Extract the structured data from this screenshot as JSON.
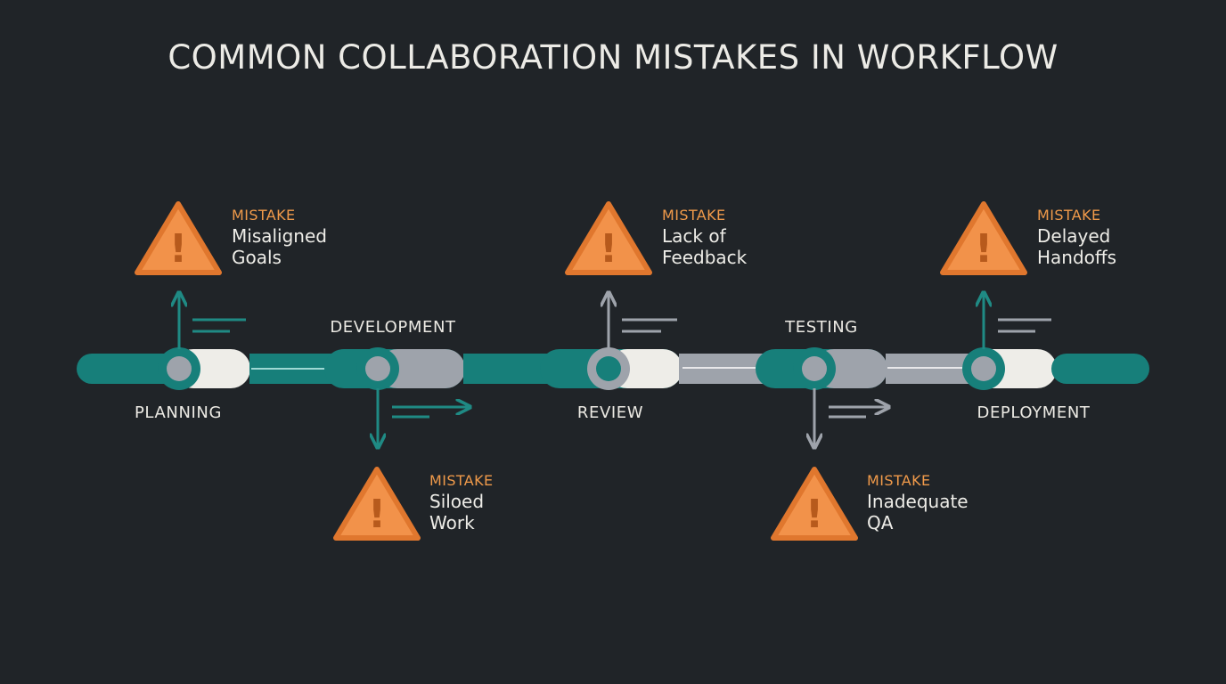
{
  "title": "COMMON COLLABORATION MISTAKES IN WORKFLOW",
  "colors": {
    "background": "#202428",
    "teal": "#177f7a",
    "gray": "#9ea3ab",
    "offwhite": "#eeede8",
    "warning": "#f2924a",
    "mistake_label": "#f09a4a"
  },
  "stages": [
    {
      "id": "planning",
      "label": "PLANNING"
    },
    {
      "id": "development",
      "label": "DEVELOPMENT"
    },
    {
      "id": "review",
      "label": "REVIEW"
    },
    {
      "id": "testing",
      "label": "TESTING"
    },
    {
      "id": "deployment",
      "label": "DEPLOYMENT"
    }
  ],
  "mistakes": [
    {
      "stage": "planning",
      "tag": "MISTAKE",
      "lines": [
        "Misaligned",
        "Goals"
      ],
      "icon": "warning-triangle-icon"
    },
    {
      "stage": "development",
      "tag": "MISTAKE",
      "lines": [
        "Siloed",
        "Work"
      ],
      "icon": "warning-triangle-icon"
    },
    {
      "stage": "review",
      "tag": "MISTAKE",
      "lines": [
        "Lack of",
        "Feedback"
      ],
      "icon": "warning-triangle-icon"
    },
    {
      "stage": "testing",
      "tag": "MISTAKE",
      "lines": [
        "Inadequate",
        "QA"
      ],
      "icon": "warning-triangle-icon"
    },
    {
      "stage": "deployment",
      "tag": "MISTAKE",
      "lines": [
        "Delayed",
        "Handoffs"
      ],
      "icon": "warning-triangle-icon"
    }
  ],
  "warning_mark": "!"
}
